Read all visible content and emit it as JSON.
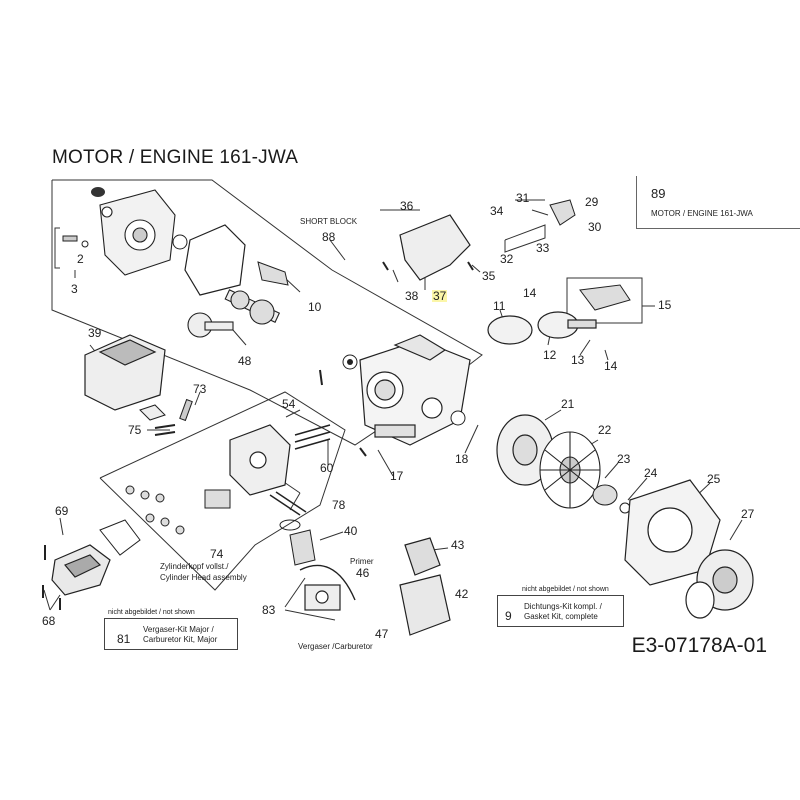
{
  "title": "MOTOR / ENGINE 161-JWA",
  "legend": {
    "number": "89",
    "text": "MOTOR / ENGINE 161-JWA"
  },
  "drawing_number": "E3-07178A-01",
  "callouts": {
    "n2": "2",
    "n3": "3",
    "n9": "9",
    "n10": "10",
    "n11": "11",
    "n12": "12",
    "n13": "13",
    "n14a": "14",
    "n14b": "14",
    "n15": "15",
    "n17": "17",
    "n18": "18",
    "n21": "21",
    "n22": "22",
    "n23": "23",
    "n24": "24",
    "n25": "25",
    "n27": "27",
    "n29": "29",
    "n30": "30",
    "n31": "31",
    "n32": "32",
    "n33": "33",
    "n34": "34",
    "n35": "35",
    "n36": "36",
    "n37": "37",
    "n38": "38",
    "n39": "39",
    "n40": "40",
    "n42": "42",
    "n43": "43",
    "n46": "46",
    "n47": "47",
    "n48": "48",
    "n54": "54",
    "n60": "60",
    "n68": "68",
    "n69": "69",
    "n73": "73",
    "n74": "74",
    "n75": "75",
    "n78": "78",
    "n81": "81",
    "n83": "83",
    "n88": "88"
  },
  "captions": {
    "short_block": "SHORT BLOCK",
    "cylinder_head_de": "Zylinderkopf vollst./",
    "cylinder_head_en": "Cylinder Head assembly",
    "primer": "Primer",
    "carburetor": "Vergaser /Carburetor"
  },
  "kits": {
    "carb_kit": {
      "note": "nicht abgebildet / not shown",
      "number": "81",
      "line1": "Vergaser-Kit Major /",
      "line2": "Carburetor Kit, Major"
    },
    "gasket_kit": {
      "note": "nicht abgebildet / not shown",
      "number": "9",
      "line1": "Dichtungs-Kit kompl. /",
      "line2": "Gasket Kit, complete"
    }
  }
}
